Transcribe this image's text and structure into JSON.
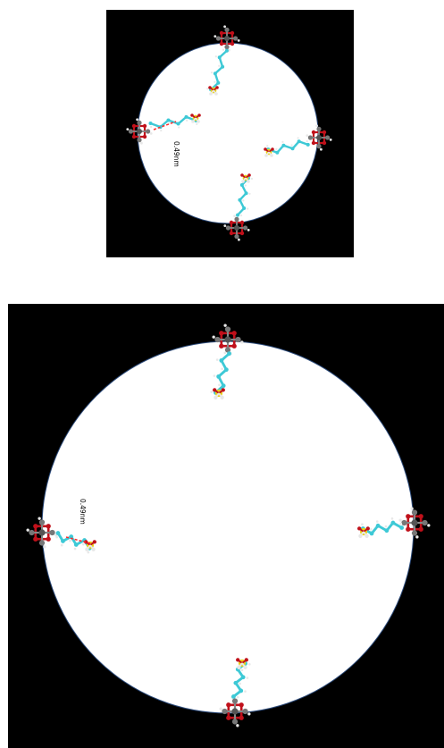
{
  "panels": [
    {
      "id": "small-pore",
      "distance_label": "0.49nm",
      "pore_fill": "#ffffff",
      "pore_outline": "#2b4a7a",
      "background": "#000000"
    },
    {
      "id": "large-pore",
      "distance_label": "0.49nm",
      "pore_fill": "#ffffff",
      "pore_outline": "#2b4a7a",
      "background": "#000000"
    }
  ],
  "atom_colors": {
    "carbon_cluster": "#555555",
    "oxygen": "#c0101a",
    "chain_carbon": "#3ec9d6",
    "hydrogen": "#e8e8e8",
    "sulfur": "#e8d21a",
    "bond_dash": "#ff2a2a"
  },
  "icons": [
    "molecule-icon"
  ]
}
